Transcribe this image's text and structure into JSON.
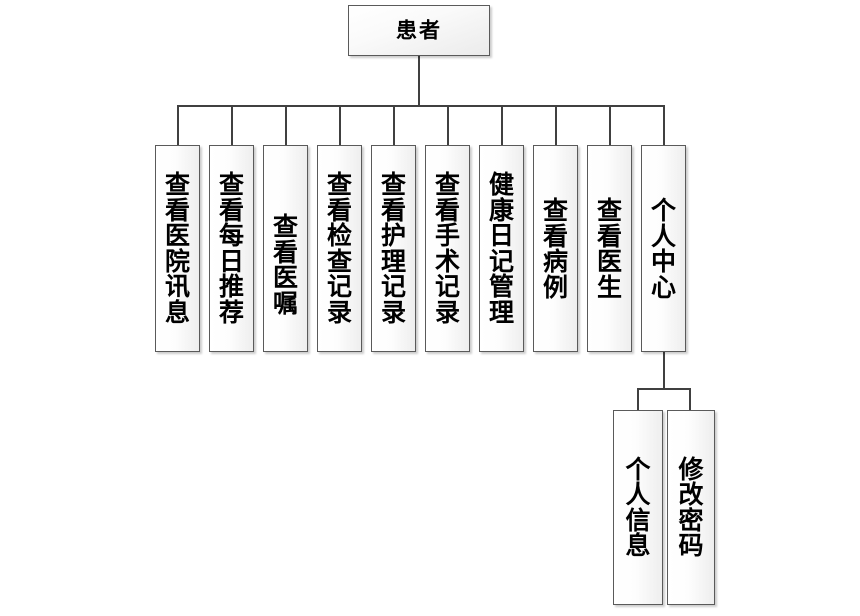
{
  "diagram": {
    "type": "tree",
    "title_node": "root",
    "root": {
      "id": "patient",
      "label": "患者",
      "orientation": "horizontal"
    },
    "children": [
      {
        "id": "view-hospital-news",
        "label": "查\n看\n医\n院\n讯\n息"
      },
      {
        "id": "view-daily-recommend",
        "label": "查\n看\n每\n日\n推\n荐"
      },
      {
        "id": "view-doctor-orders",
        "label": "查\n看\n医\n嘱"
      },
      {
        "id": "view-exam-records",
        "label": "查\n看\n检\n查\n记\n录"
      },
      {
        "id": "view-nursing-records",
        "label": "查\n看\n护\n理\n记\n录"
      },
      {
        "id": "view-surgery-records",
        "label": "查\n看\n手\n术\n记\n录"
      },
      {
        "id": "health-diary-manage",
        "label": "健\n康\n日\n记\n管\n理"
      },
      {
        "id": "view-medical-cases",
        "label": "查\n看\n病\n例"
      },
      {
        "id": "view-doctors",
        "label": "查\n看\n医\n生"
      },
      {
        "id": "personal-center",
        "label": "个\n人\n中\n心"
      }
    ],
    "grandchildren": [
      {
        "id": "personal-info",
        "label": "个\n人\n信\n息",
        "parent": "personal-center"
      },
      {
        "id": "change-password",
        "label": "修\n改\n密\n码",
        "parent": "personal-center"
      }
    ],
    "colors": {
      "box_border": "#5a5a5a",
      "box_fill_start": "#ffffff",
      "box_fill_end": "#eeeeee",
      "line": "#404040",
      "text": "#000000",
      "background": "#ffffff"
    }
  }
}
